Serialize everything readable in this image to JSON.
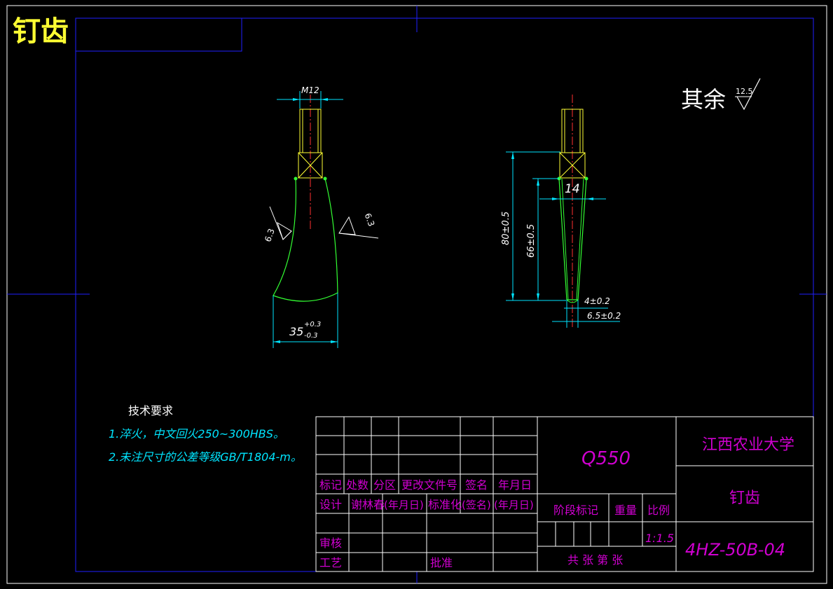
{
  "title": "钉齿",
  "roughness": {
    "prefix": "其余",
    "value": "12.5"
  },
  "dims": {
    "m12": "M12",
    "width35": "35",
    "tol_up": "+0.3",
    "tol_down": "-0.3",
    "rough_left": "6.3",
    "rough_right": "6.3",
    "w14": "14",
    "h80": "80±0.5",
    "h66": "66±0.5",
    "w4": "4±0.2",
    "w65": "6.5±0.2"
  },
  "tech": {
    "heading": "技术要求",
    "line1": "1.淬火，中文回火250~300HBS。",
    "line2": "2.未注尺寸的公差等级GB/T1804-m。"
  },
  "titleblock": {
    "material": "Q550",
    "school": "江西农业大学",
    "part": "钉齿",
    "drawing_no": "4HZ-50B-04",
    "scale": "1:1.5",
    "h_mark": "标记",
    "h_count": "处数",
    "h_zone": "分区",
    "h_doc": "更改文件号",
    "h_sign": "签名",
    "h_date": "年月日",
    "design": "设计",
    "designer": "谢林春",
    "design_date": "(年月日)",
    "standard": "标准化",
    "std_sign": "(签名)",
    "std_date": "(年月日)",
    "stage": "阶段标记",
    "weight": "重量",
    "ratio": "比例",
    "review": "审核",
    "process": "工艺",
    "approve": "批准",
    "sheets": "共 张 第 张"
  }
}
